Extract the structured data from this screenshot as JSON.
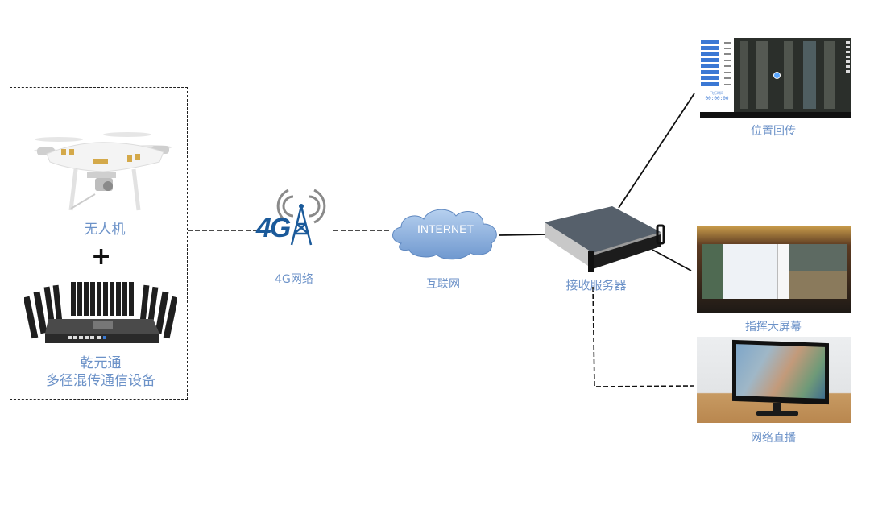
{
  "diagram": {
    "source_group": {
      "drone_label": "无人机",
      "plus_symbol": "+",
      "device_label_line1": "乾元通",
      "device_label_line2": "多径混传通信设备"
    },
    "network_4g": {
      "logo_text": "4G",
      "label": "4G网络"
    },
    "internet": {
      "cloud_text": "INTERNET",
      "label": "互联网"
    },
    "server": {
      "label": "接收服务器"
    },
    "outputs": [
      {
        "label": "位置回传",
        "timer": "00:00:00",
        "timer_label": "飞行时间"
      },
      {
        "label": "指挥大屏幕"
      },
      {
        "label": "网络直播"
      }
    ],
    "colors": {
      "label_blue": "#6c92c8",
      "logo_blue": "#1b5a9a",
      "cloud_blue": "#8fb3df",
      "line": "#111111"
    }
  }
}
